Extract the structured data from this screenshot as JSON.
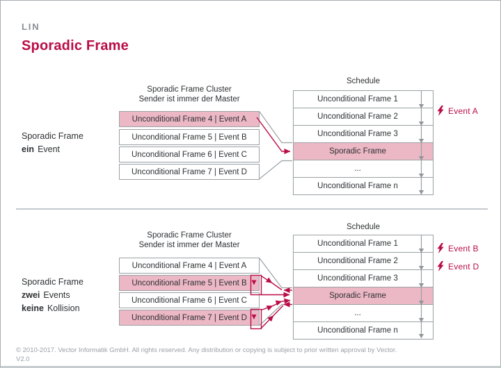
{
  "header": {
    "kicker": "LIN",
    "title": "Sporadic Frame"
  },
  "colors": {
    "accent": "#b90d47",
    "highlight_pink": "#ecb8c5",
    "border_gray": "#9aa0a4",
    "text_dark": "#2d3033",
    "muted_gray": "#9aa1a6"
  },
  "d1": {
    "side": {
      "line1": "Sporadic Frame",
      "line2_bold": "ein",
      "line2_rest": "Event"
    },
    "cluster": {
      "title1": "Sporadic Frame Cluster",
      "title2": "Sender ist immer der Master",
      "rows": [
        {
          "label": "Unconditional Frame 4 | Event A",
          "highlighted": true
        },
        {
          "label": "Unconditional Frame 5 | Event B",
          "highlighted": false
        },
        {
          "label": "Unconditional Frame 6 | Event C",
          "highlighted": false
        },
        {
          "label": "Unconditional Frame 7 | Event D",
          "highlighted": false
        }
      ]
    },
    "schedule": {
      "title": "Schedule",
      "rows": [
        {
          "label": "Unconditional Frame 1",
          "highlighted": false
        },
        {
          "label": "Unconditional Frame 2",
          "highlighted": false
        },
        {
          "label": "Unconditional Frame 3",
          "highlighted": false
        },
        {
          "label": "Sporadic Frame",
          "highlighted": true
        },
        {
          "label": "...",
          "highlighted": false
        },
        {
          "label": "Unconditional Frame n",
          "highlighted": false
        }
      ]
    },
    "events": [
      {
        "label": "Event A"
      }
    ]
  },
  "d2": {
    "side": {
      "line1": "Sporadic Frame",
      "line2_bold": "zwei",
      "line2_rest": "Events",
      "line3_bold": "keine",
      "line3_rest": "Kollision"
    },
    "cluster": {
      "title1": "Sporadic Frame Cluster",
      "title2": "Sender ist immer der Master",
      "rows": [
        {
          "label": "Unconditional Frame 4 | Event A",
          "highlighted": false
        },
        {
          "label": "Unconditional Frame 5 | Event B",
          "highlighted": true
        },
        {
          "label": "Unconditional Frame 6 | Event C",
          "highlighted": false
        },
        {
          "label": "Unconditional Frame 7 | Event D",
          "highlighted": true
        }
      ]
    },
    "schedule": {
      "title": "Schedule",
      "rows": [
        {
          "label": "Unconditional Frame 1",
          "highlighted": false
        },
        {
          "label": "Unconditional Frame 2",
          "highlighted": false
        },
        {
          "label": "Unconditional Frame 3",
          "highlighted": false
        },
        {
          "label": "Sporadic Frame",
          "highlighted": true
        },
        {
          "label": "...",
          "highlighted": false
        },
        {
          "label": "Unconditional Frame n",
          "highlighted": false
        }
      ]
    },
    "events": [
      {
        "label": "Event B"
      },
      {
        "label": "Event D"
      }
    ]
  },
  "footer": {
    "line1": "© 2010-2017. Vector Informatik GmbH. All rights reserved. Any distribution or copying is subject to prior written approval by Vector.",
    "line2": "V2.0"
  }
}
